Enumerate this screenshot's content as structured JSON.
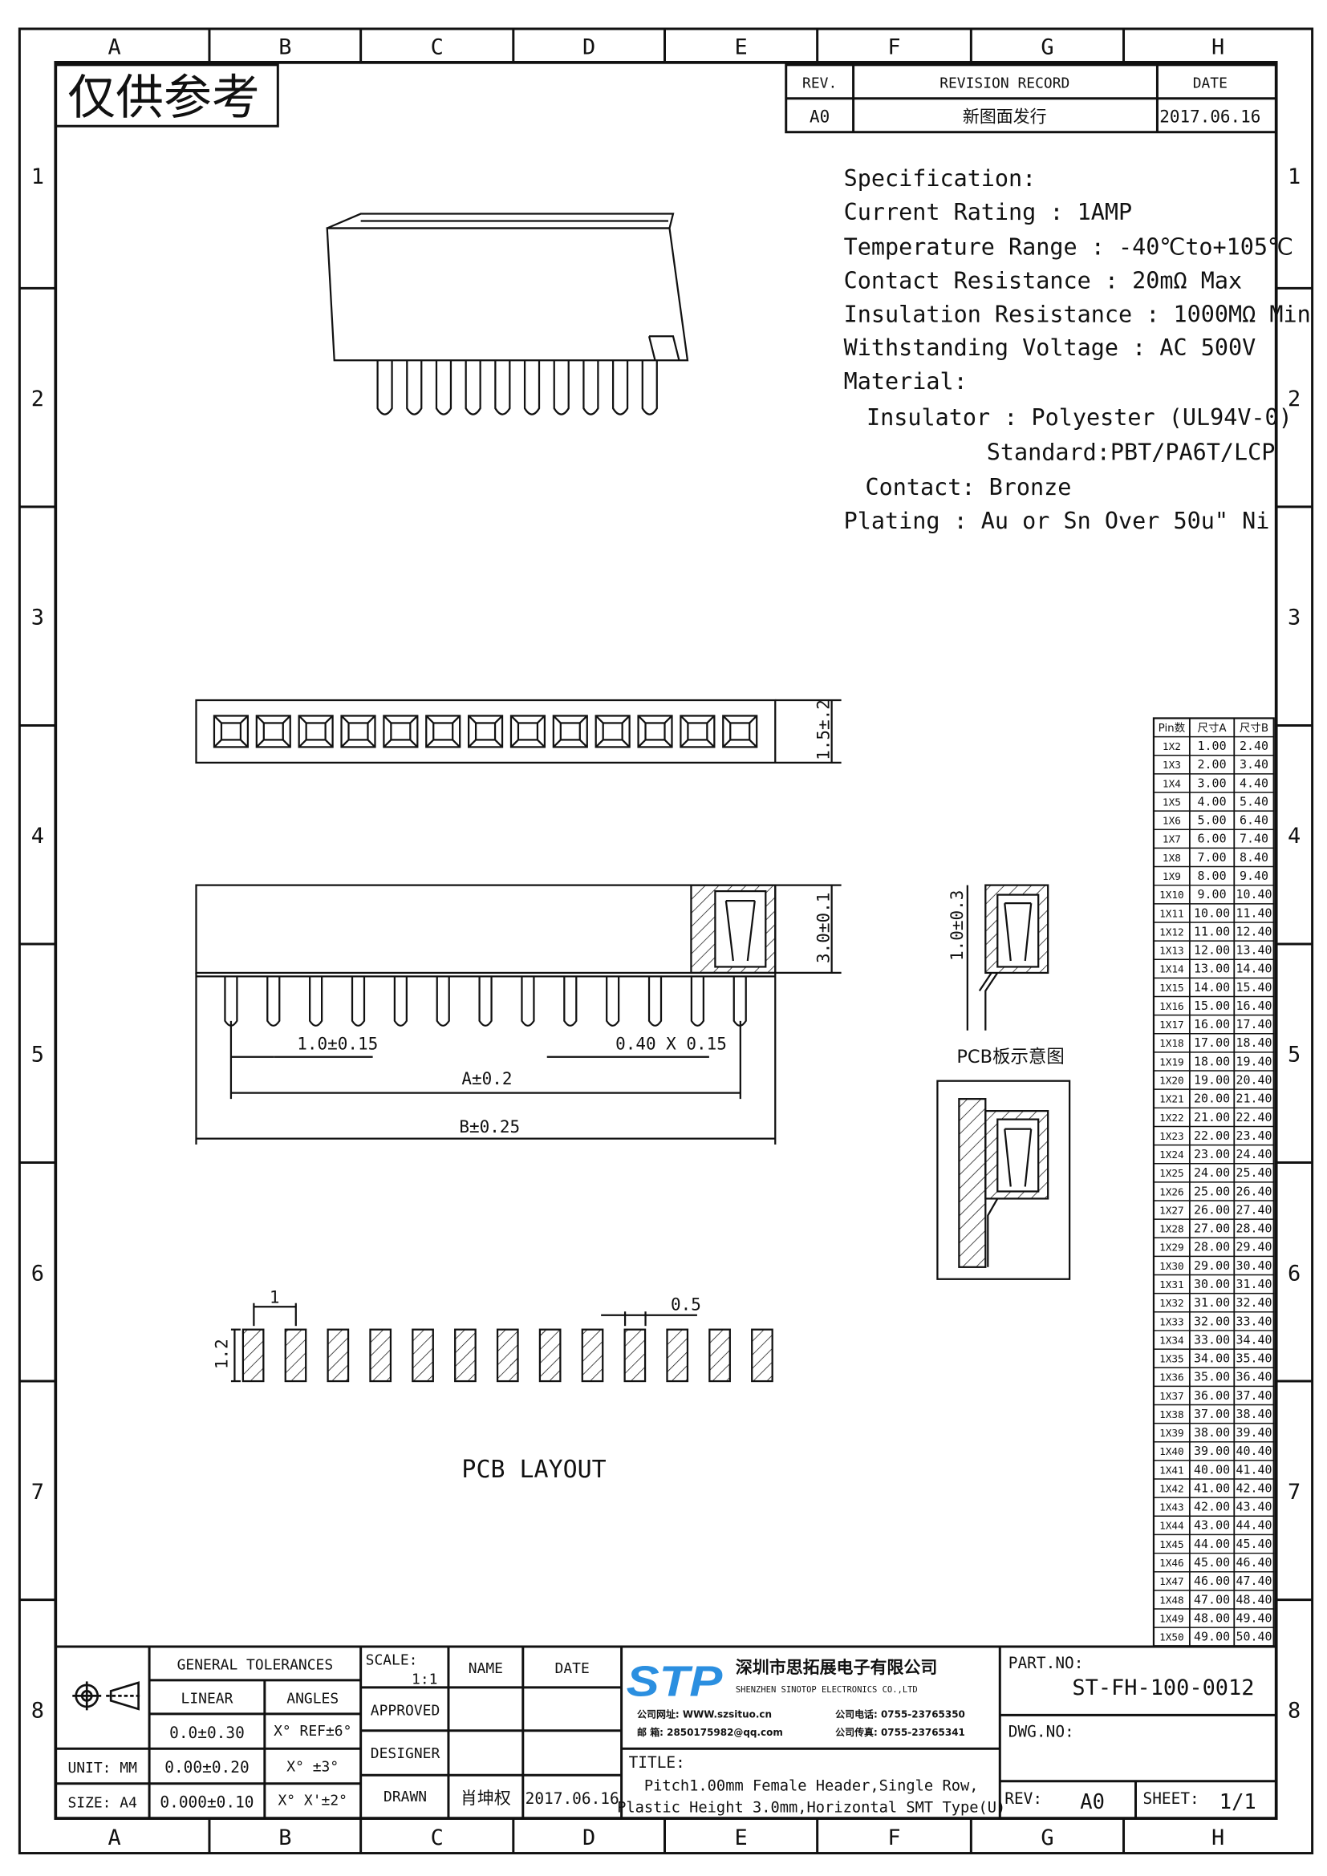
{
  "border": {
    "columns": [
      "A",
      "B",
      "C",
      "D",
      "E",
      "F",
      "G",
      "H"
    ],
    "rows": [
      "1",
      "2",
      "3",
      "4",
      "5",
      "6",
      "7",
      "8"
    ]
  },
  "watermark": "仅供参考",
  "revision": {
    "rev_header": "REV.",
    "record_header": "REVISION RECORD",
    "date_header": "DATE",
    "rev": "A0",
    "record": "新图面发行",
    "date": "2017.06.16"
  },
  "spec": {
    "lines": [
      "Specification:",
      "Current Rating : 1AMP",
      "Temperature Range : -40℃to+105℃",
      "Contact Resistance : 20mΩ Max",
      "Insulation Resistance : 1000MΩ Min",
      "Withstanding Voltage : AC 500V",
      "Material:",
      "Insulator : Polyester (UL94V-0)",
      "Standard:PBT/PA6T/LCP",
      "Contact: Bronze",
      "Plating : Au or Sn Over 50u\" Ni"
    ]
  },
  "dims": {
    "width": "1.5±.2",
    "height": "3.0±0.1",
    "pitch": "1.0±0.15",
    "pin": "0.40 X 0.15",
    "a": "A±0.2",
    "b": "B±0.25",
    "detail": "1.0±0.3",
    "pcb_view": "PCB板示意图",
    "pad_pitch": "1",
    "pad_width": "0.5",
    "pad_len": "1.2",
    "layout_title": "PCB LAYOUT"
  },
  "table": {
    "headers": [
      "Pin数",
      "尺寸A",
      "尺寸B"
    ],
    "pins": [
      "1X2",
      "1X3",
      "1X4",
      "1X5",
      "1X6",
      "1X7",
      "1X8",
      "1X9",
      "1X10",
      "1X11",
      "1X12",
      "1X13",
      "1X14",
      "1X15",
      "1X16",
      "1X17",
      "1X18",
      "1X19",
      "1X20",
      "1X21",
      "1X22",
      "1X23",
      "1X24",
      "1X25",
      "1X26",
      "1X27",
      "1X28",
      "1X29",
      "1X30",
      "1X31",
      "1X32",
      "1X33",
      "1X34",
      "1X35",
      "1X36",
      "1X37",
      "1X38",
      "1X39",
      "1X40",
      "1X41",
      "1X42",
      "1X43",
      "1X44",
      "1X45",
      "1X46",
      "1X47",
      "1X48",
      "1X49",
      "1X50"
    ],
    "a": [
      "1.00",
      "2.00",
      "3.00",
      "4.00",
      "5.00",
      "6.00",
      "7.00",
      "8.00",
      "9.00",
      "10.00",
      "11.00",
      "12.00",
      "13.00",
      "14.00",
      "15.00",
      "16.00",
      "17.00",
      "18.00",
      "19.00",
      "20.00",
      "21.00",
      "22.00",
      "23.00",
      "24.00",
      "25.00",
      "26.00",
      "27.00",
      "28.00",
      "29.00",
      "30.00",
      "31.00",
      "32.00",
      "33.00",
      "34.00",
      "35.00",
      "36.00",
      "37.00",
      "38.00",
      "39.00",
      "40.00",
      "41.00",
      "42.00",
      "43.00",
      "44.00",
      "45.00",
      "46.00",
      "47.00",
      "48.00",
      "49.00"
    ],
    "b": [
      "2.40",
      "3.40",
      "4.40",
      "5.40",
      "6.40",
      "7.40",
      "8.40",
      "9.40",
      "10.40",
      "11.40",
      "12.40",
      "13.40",
      "14.40",
      "15.40",
      "16.40",
      "17.40",
      "18.40",
      "19.40",
      "20.40",
      "21.40",
      "22.40",
      "23.40",
      "24.40",
      "25.40",
      "26.40",
      "27.40",
      "28.40",
      "29.40",
      "30.40",
      "31.40",
      "32.40",
      "33.40",
      "34.40",
      "35.40",
      "36.40",
      "37.40",
      "38.40",
      "39.40",
      "40.40",
      "41.40",
      "42.40",
      "43.40",
      "44.40",
      "45.40",
      "46.40",
      "47.40",
      "48.40",
      "49.40",
      "50.40"
    ]
  },
  "titleblock": {
    "general_tolerances": "GENERAL TOLERANCES",
    "linear": "LINEAR",
    "angles": "ANGLES",
    "lin1": "0.0±0.30",
    "ang1": "X° REF±6°",
    "unit": "UNIT: MM",
    "lin2": "0.00±0.20",
    "ang2": "X° ±3°",
    "size": "SIZE: A4",
    "lin3": "0.000±0.10",
    "ang3": "X° X'±2°",
    "scale_label": "SCALE:",
    "scale": "1:1",
    "name": "NAME",
    "date": "DATE",
    "approved": "APPROVED",
    "designer": "DESIGNER",
    "drawn": "DRAWN",
    "drawn_name": "肖坤权",
    "drawn_date": "2017.06.16",
    "company_cn": "深圳市思拓展电子有限公司",
    "company_en": "SHENZHEN SINOTOP ELECTRONICS CO.,LTD",
    "web": "公司网址: WWW.szsituo.cn",
    "phone": "公司电话: 0755-23765350",
    "email": "邮   箱: 2850175982@qq.com",
    "fax": "公司传真: 0755-23765341",
    "logo": "STP",
    "logo_color": "#2b8fe0",
    "title_label": "TITLE:",
    "title1": "Pitch1.00mm Female Header,Single Row,",
    "title2": "Plastic Height 3.0mm,Horizontal SMT Type(U)",
    "part_label": "PART.NO:",
    "part_no": "ST-FH-100-0012",
    "dwg_label": "DWG.NO:",
    "rev_label": "REV:",
    "rev": "A0",
    "sheet_label": "SHEET:",
    "sheet": "1/1"
  }
}
